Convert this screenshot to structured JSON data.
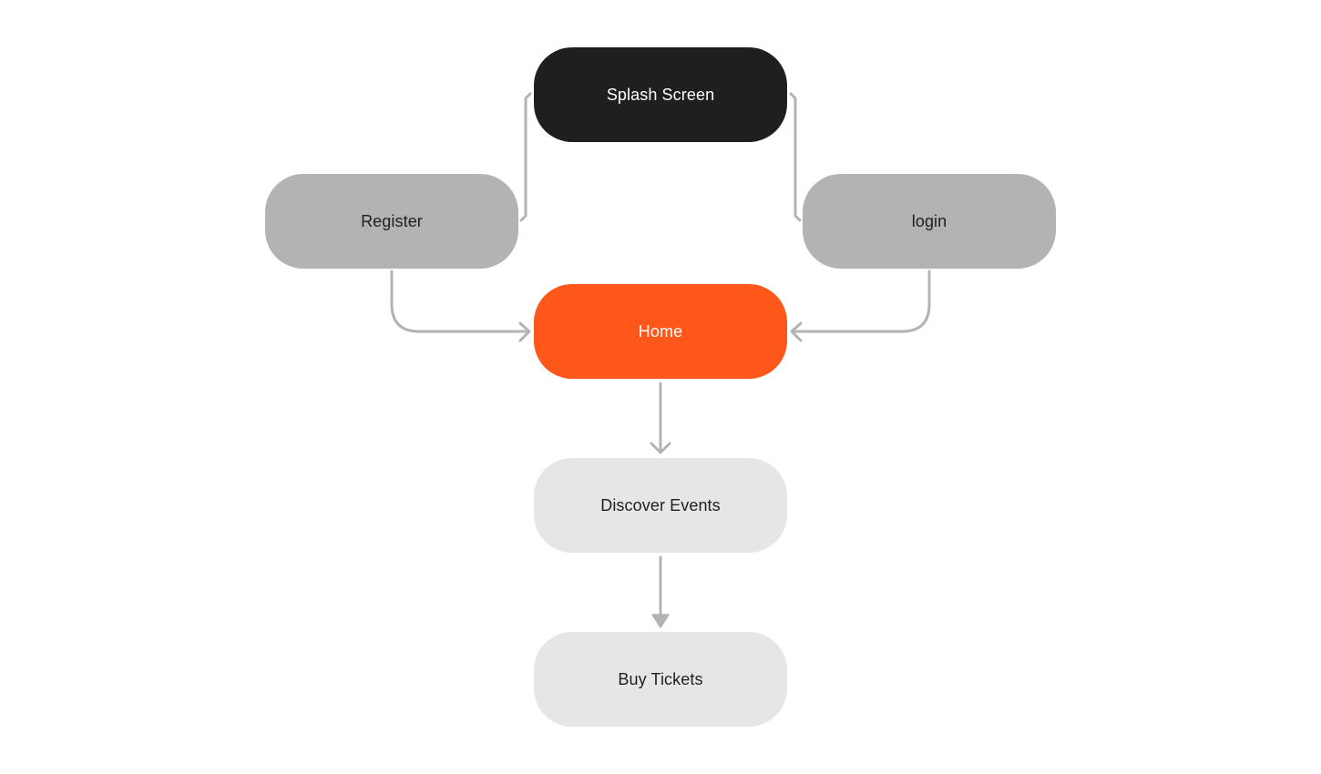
{
  "diagram": {
    "nodes": {
      "splash": "Splash Screen",
      "register": "Register",
      "login": "login",
      "home": "Home",
      "discover": "Discover Events",
      "buy": "Buy Tickets"
    },
    "edges": [
      {
        "from": "splash",
        "to": "register",
        "arrow": false
      },
      {
        "from": "splash",
        "to": "login",
        "arrow": false
      },
      {
        "from": "register",
        "to": "home",
        "arrow": "open"
      },
      {
        "from": "login",
        "to": "home",
        "arrow": "open"
      },
      {
        "from": "home",
        "to": "discover",
        "arrow": "open"
      },
      {
        "from": "discover",
        "to": "buy",
        "arrow": "filled"
      }
    ]
  },
  "colors": {
    "splash_fill": "#1f1f1f",
    "secondary_fill": "#b3b3b3",
    "home_fill": "#ff5619",
    "tertiary_fill": "#e6e6e6",
    "connector": "#b3b3b3"
  }
}
